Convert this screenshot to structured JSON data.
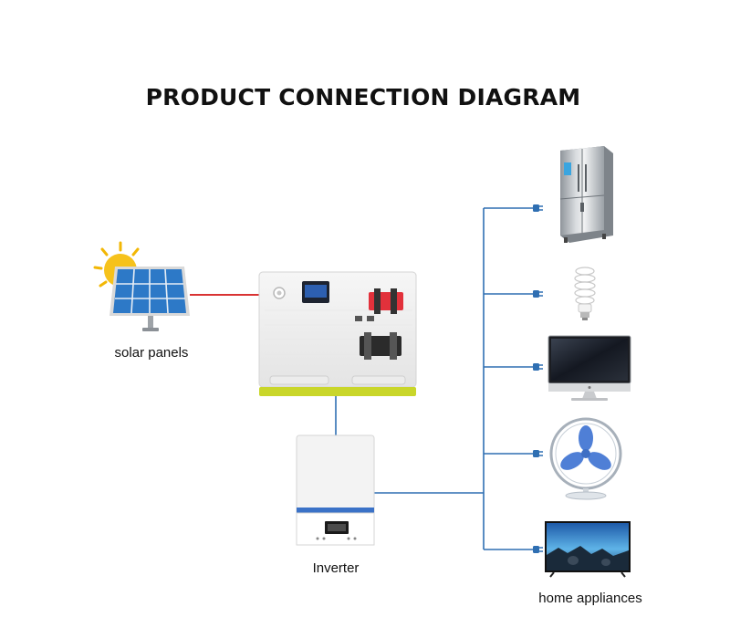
{
  "title": "PRODUCT CONNECTION DIAGRAM",
  "labels": {
    "solar": "solar panels",
    "inverter": "Inverter",
    "appliances": "home appliances"
  },
  "appliances": [
    "refrigerator",
    "light bulb",
    "monitor",
    "fan",
    "television"
  ],
  "colors": {
    "line_blue": "#2f6fb2",
    "line_red": "#d93333",
    "accent_yellow": "#c9d62a",
    "terminal_red": "#e2313b",
    "inverter_stripe": "#3b72c7"
  }
}
